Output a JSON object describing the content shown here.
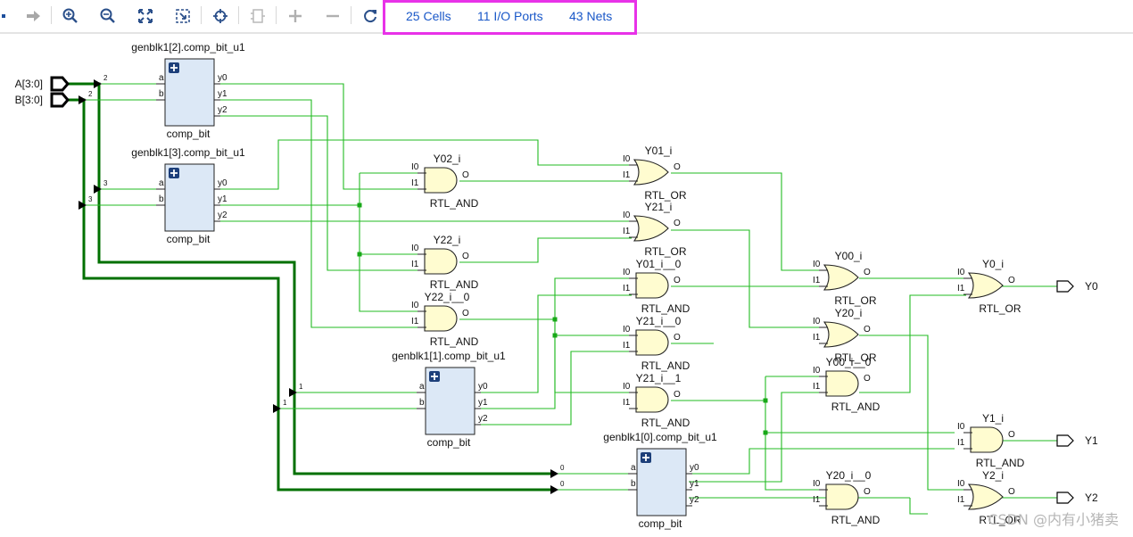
{
  "toolbar": {
    "buttons": [
      {
        "name": "back-icon",
        "tooltip": "Back"
      },
      {
        "name": "forward-icon",
        "tooltip": "Forward"
      },
      {
        "name": "zoom-in-icon",
        "tooltip": "Zoom In"
      },
      {
        "name": "zoom-out-icon",
        "tooltip": "Zoom Out"
      },
      {
        "name": "zoom-fit-icon",
        "tooltip": "Zoom Fit"
      },
      {
        "name": "zoom-area-icon",
        "tooltip": "Zoom Area"
      },
      {
        "name": "autofit-selection-icon",
        "tooltip": "Select"
      },
      {
        "name": "ungroup-icon",
        "tooltip": "Regenerate"
      },
      {
        "name": "expand-icon",
        "tooltip": "Expand"
      },
      {
        "name": "collapse-icon",
        "tooltip": "Collapse"
      },
      {
        "name": "refresh-icon",
        "tooltip": "Refresh"
      }
    ],
    "stats": {
      "cells": "25 Cells",
      "io_ports": "11 I/O Ports",
      "nets": "43 Nets"
    },
    "highlight_color": "#e832e8",
    "link_color": "#1a58c8"
  },
  "schematic": {
    "wire_color": "#22bb22",
    "bus_color": "#007000",
    "gate_fill": "#fffcd0",
    "cell_fill": "#dce8f6",
    "inputs": [
      {
        "label": "A[3:0]"
      },
      {
        "label": "B[3:0]"
      }
    ],
    "outputs": [
      {
        "label": "Y0"
      },
      {
        "label": "Y1"
      },
      {
        "label": "Y2"
      }
    ],
    "bus_taps": [
      "2",
      "2",
      "3",
      "3",
      "1",
      "1",
      "0",
      "0"
    ],
    "cells": [
      {
        "inst": "genblk1[2].comp_bit_u1",
        "type": "comp_bit",
        "ins": [
          "a",
          "b"
        ],
        "outs": [
          "y0",
          "y1",
          "y2"
        ]
      },
      {
        "inst": "genblk1[3].comp_bit_u1",
        "type": "comp_bit",
        "ins": [
          "a",
          "b"
        ],
        "outs": [
          "y0",
          "y1",
          "y2"
        ]
      },
      {
        "inst": "genblk1[1].comp_bit_u1",
        "type": "comp_bit",
        "ins": [
          "a",
          "b"
        ],
        "outs": [
          "y0",
          "y1",
          "y2"
        ]
      },
      {
        "inst": "genblk1[0].comp_bit_u1",
        "type": "comp_bit",
        "ins": [
          "a",
          "b"
        ],
        "outs": [
          "y0",
          "y1",
          "y2"
        ]
      }
    ],
    "gates": [
      {
        "inst": "Y02_i",
        "type": "RTL_AND"
      },
      {
        "inst": "Y22_i",
        "type": "RTL_AND"
      },
      {
        "inst": "Y22_i__0",
        "type": "RTL_AND"
      },
      {
        "inst": "Y01_i",
        "type": "RTL_OR"
      },
      {
        "inst": "Y21_i",
        "type": "RTL_OR"
      },
      {
        "inst": "Y01_i__0",
        "type": "RTL_AND"
      },
      {
        "inst": "Y21_i__0",
        "type": "RTL_AND"
      },
      {
        "inst": "Y21_i__1",
        "type": "RTL_AND"
      },
      {
        "inst": "Y00_i",
        "type": "RTL_OR"
      },
      {
        "inst": "Y20_i",
        "type": "RTL_OR"
      },
      {
        "inst": "Y00_i__0",
        "type": "RTL_AND"
      },
      {
        "inst": "Y0_i",
        "type": "RTL_OR"
      },
      {
        "inst": "Y1_i",
        "type": "RTL_AND"
      },
      {
        "inst": "Y2_i",
        "type": "RTL_OR"
      },
      {
        "inst": "Y20_i__0",
        "type": "RTL_AND"
      }
    ],
    "pin_labels": {
      "in0": "I0",
      "in1": "I1",
      "out": "O"
    },
    "watermark": "CSDN @内有小猪卖"
  }
}
